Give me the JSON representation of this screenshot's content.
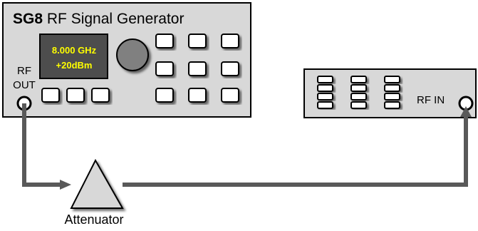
{
  "generator": {
    "model": "SG8",
    "title_rest": " RF Signal Generator",
    "display_line1": "8.000 GHz",
    "display_line2": "+20dBm",
    "rf_out_line1": "RF",
    "rf_out_line2": "OUT"
  },
  "attenuator": {
    "label": "Attenuator"
  },
  "receiver": {
    "rf_in_label": "RF IN"
  },
  "colors": {
    "panel": "#d8d8d8",
    "display_bg": "#4d4d4d",
    "display_text": "#ffff00",
    "knob": "#808080",
    "cable": "#595959",
    "ink": "#000000"
  }
}
